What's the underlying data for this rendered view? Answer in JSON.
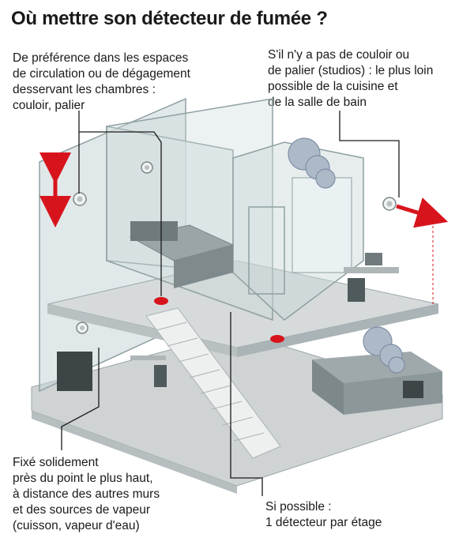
{
  "title": "Où mettre son détecteur de fumée ?",
  "callouts": {
    "top_left": [
      "De préférence dans les espaces",
      "de circulation ou de dégagement",
      "desservant les chambres :",
      "couloir, palier"
    ],
    "top_right": [
      "S'il n'y a pas de couloir ou",
      "de palier (studios) : le plus loin",
      "possible de la cuisine et",
      "de la salle de bain"
    ],
    "bottom_left": [
      "Fixé solidement",
      "près du point le plus haut,",
      "à distance des autres murs",
      "et des sources de vapeur",
      "(cuisson, vapeur d'eau)"
    ],
    "bottom_right": [
      "Si possible :",
      "1 détecteur par étage"
    ]
  },
  "colors": {
    "marker_red": "#d7141c",
    "wall_glass": "#c9d6d8",
    "floor_grey": "#cfd3d4",
    "outline": "#8fa0a3"
  }
}
